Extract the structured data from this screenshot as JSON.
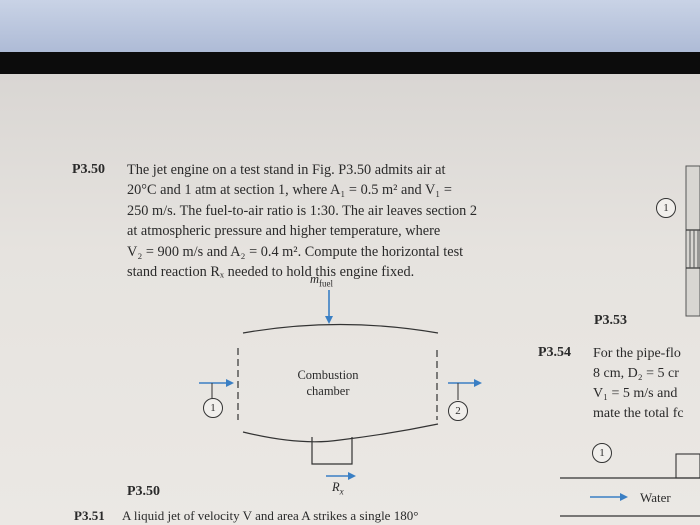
{
  "problem_3_50": {
    "number": "P3.50",
    "lines": [
      "The jet engine on a test stand in Fig. P3.50 admits air at",
      "20°C and 1 atm at section 1, where A₁ = 0.5 m² and V₁ =",
      "250 m/s. The fuel-to-air ratio is 1:30. The air leaves section 2",
      "at atmospheric pressure and higher temperature, where",
      "V₂ = 900 m/s and A₂ = 0.4 m². Compute the horizontal test",
      "stand reaction Rₓ needed to hold this engine fixed."
    ]
  },
  "figure": {
    "fuel_label": "m",
    "fuel_sub": "fuel",
    "chamber_line1": "Combustion",
    "chamber_line2": "chamber",
    "section1": "1",
    "section2": "2",
    "reaction_label": "R",
    "reaction_sub": "x",
    "caption": "P3.50"
  },
  "next_problem": {
    "number": "P3.51",
    "text": "A liquid jet of velocity V and area A strikes a single 180°"
  },
  "right_column": {
    "label_3_53": "P3.53",
    "number_3_54": "P3.54",
    "lines_3_54": [
      "For the pipe-flo",
      "8 cm, D₂ = 5 cr",
      "V₁ = 5 m/s and",
      "mate the total fc"
    ],
    "circle_top": "1",
    "circle_bottom": "1",
    "water_label": "Water"
  }
}
